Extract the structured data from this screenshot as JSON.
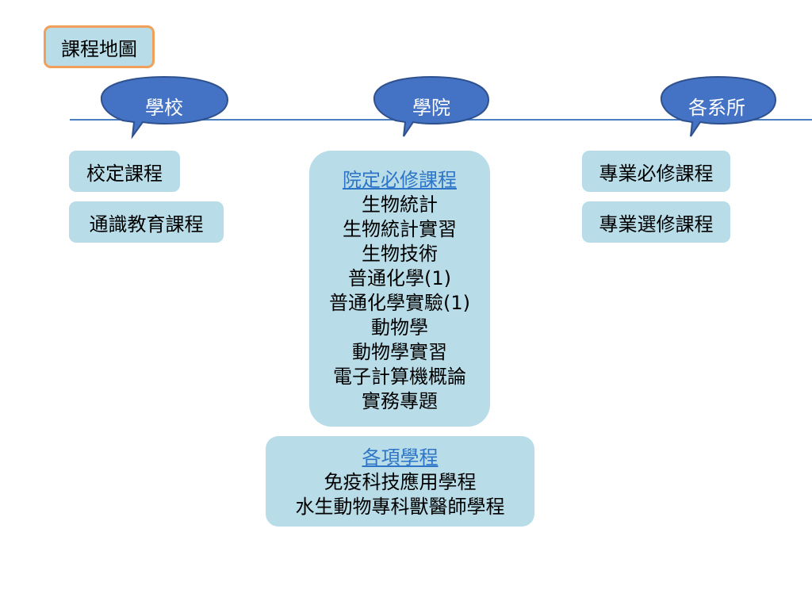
{
  "title": "課程地圖",
  "colors": {
    "bubble_fill": "#4472c4",
    "bubble_stroke": "#2f528f",
    "box_fill": "#b8dde8",
    "title_border": "#f0a05a",
    "timeline": "#4a7fc0",
    "link": "#2e75c8"
  },
  "levels": [
    {
      "label": "學校"
    },
    {
      "label": "學院"
    },
    {
      "label": "各系所"
    }
  ],
  "school": {
    "items": [
      "校定課程",
      "通識教育課程"
    ]
  },
  "college": {
    "required_heading": "院定必修課程",
    "required_courses": [
      "生物統計",
      "生物統計實習",
      "生物技術",
      "普通化學(1)",
      "普通化學實驗(1)",
      "動物學",
      "動物學實習",
      "電子計算機概論",
      "實務專題"
    ],
    "programs_heading": "各項學程",
    "programs": [
      "免疫科技應用學程",
      "水生動物專科獸醫師學程"
    ]
  },
  "department": {
    "items": [
      "專業必修課程",
      "專業選修課程"
    ]
  }
}
